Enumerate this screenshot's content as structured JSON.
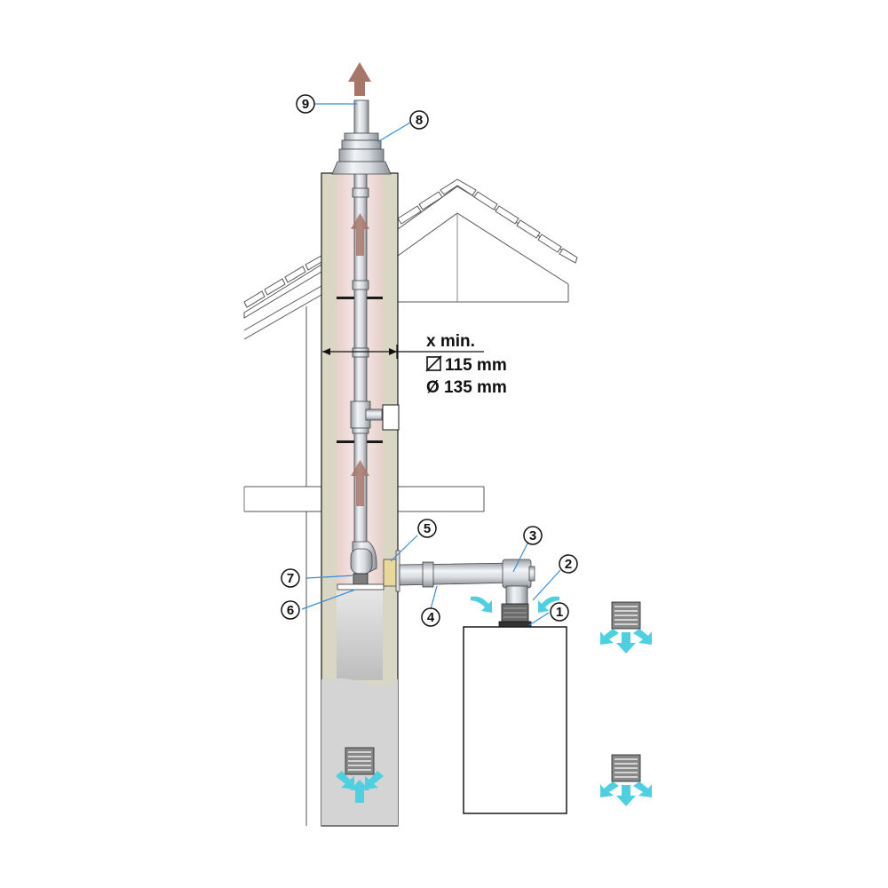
{
  "dimension": {
    "line1": "x min.",
    "line2": "115 mm",
    "line3": "Ø 135 mm"
  },
  "callouts": [
    {
      "id": "1",
      "label": "1"
    },
    {
      "id": "2",
      "label": "2"
    },
    {
      "id": "3",
      "label": "3"
    },
    {
      "id": "4",
      "label": "4"
    },
    {
      "id": "5",
      "label": "5"
    },
    {
      "id": "6",
      "label": "6"
    },
    {
      "id": "7",
      "label": "7"
    },
    {
      "id": "8",
      "label": "8"
    },
    {
      "id": "9",
      "label": "9"
    }
  ],
  "colors": {
    "chimney_wall": "#d9d6c4",
    "chimney_flue": "#f3e4e2",
    "exhaust_arrow": "#a87668",
    "supply_arrow": "#4fd0e0",
    "outline": "#1a1a1a",
    "pipe": "#dcdfe3",
    "callout_leader": "#3a8bd6"
  },
  "icons": [
    "exhaust-arrow-icon",
    "fresh-air-arrow-icon",
    "vent-grille-icon",
    "square-symbol-icon"
  ]
}
